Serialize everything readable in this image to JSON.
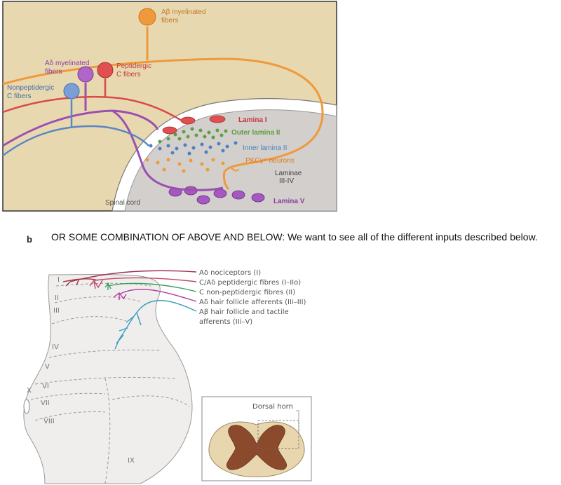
{
  "panel_a": {
    "fiber_labels": {
      "ab_line1": "Aβ myelinated",
      "ab_line2": "fibers",
      "ad_line1": "Aδ myelinated",
      "ad_line2": "fibers",
      "pep_line1": "Peptidergic",
      "pep_line2": "C fibers",
      "nonpep_line1": "Nonpeptidergic",
      "nonpep_line2": "C fibers"
    },
    "lamina_labels": {
      "lamina1": "Lamina I",
      "outer2": "Outer lamina II",
      "inner2": "Inner lamina II",
      "pkc": "PKCγ⁺ neurons",
      "laminae34_line1": "Laminae",
      "laminae34_line2": "III-IV",
      "lamina5": "Lamina V",
      "spinal_cord": "Spinal cord"
    },
    "colors": {
      "ab": "#f0993a",
      "ad": "#9b4fb0",
      "pep": "#d94a4a",
      "nonpep": "#5a86c4",
      "outer2": "#5e9e3e",
      "inner2": "#4f7fc0",
      "background": "#e8d8b0"
    }
  },
  "caption": {
    "letter": "b",
    "text": "OR SOME COMBINATION OF ABOVE AND BELOW: We want to see all of the different inputs described below."
  },
  "panel_b": {
    "legend": {
      "ad_noci": "Aδ nociceptors (I)",
      "c_pep": "C/Aδ peptidergic fibres (I–IIo)",
      "c_nonpep": "C non-peptidergic fibres (II)",
      "ad_hair": "Aδ hair follicle afferents (IIi–III)",
      "ab_line1": "Aβ hair follicle and tactile",
      "ab_line2": "afferents (IIi–V)"
    },
    "laminae": {
      "I": "I",
      "II": "II",
      "III": "III",
      "IV": "IV",
      "V": "V",
      "VI": "VI",
      "VII": "VII",
      "VIII": "VIII",
      "IX": "IX",
      "X": "X"
    },
    "inset_label": "Dorsal horn",
    "colors": {
      "ad_noci": "#a0304a",
      "c_pep": "#c04a6a",
      "c_nonpep": "#3aa060",
      "ad_hair": "#b03aa0",
      "ab": "#3a9ac0"
    }
  }
}
